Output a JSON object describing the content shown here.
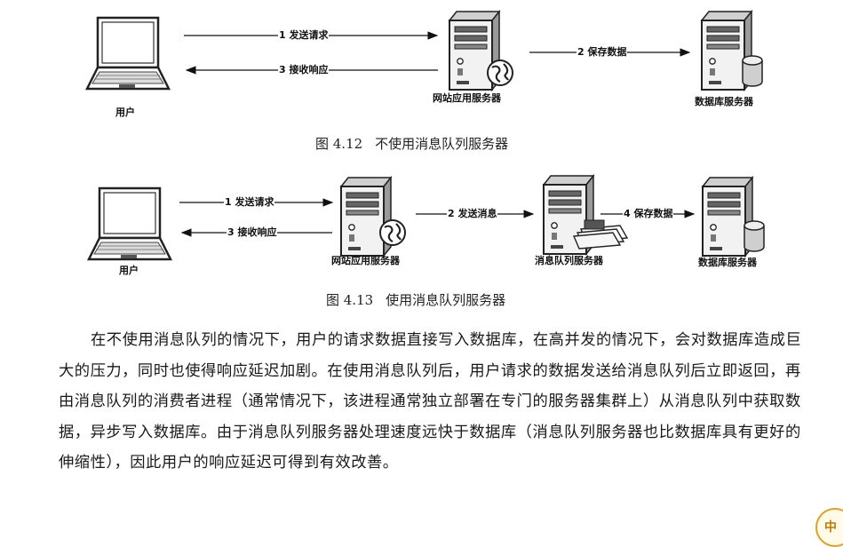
{
  "figure1": {
    "caption_num": "图 4.12",
    "caption_text": "不使用消息队列服务器",
    "user_label": "用户",
    "web_server_label": "网站应用服务器",
    "db_server_label": "数据库服务器",
    "arrow_request": "1 发送请求",
    "arrow_response": "3 接收响应",
    "arrow_save": "2 保存数据"
  },
  "figure2": {
    "caption_num": "图 4.13",
    "caption_text": "使用消息队列服务器",
    "user_label": "用户",
    "web_server_label": "网站应用服务器",
    "mq_server_label": "消息队列服务器",
    "db_server_label": "数据库服务器",
    "arrow_request": "1 发送请求",
    "arrow_response": "3 接收响应",
    "arrow_send_msg": "2 发送消息",
    "arrow_save": "4 保存数据"
  },
  "paragraph": "在不使用消息队列的情况下，用户的请求数据直接写入数据库，在高并发的情况下，会对数据库造成巨大的压力，同时也使得响应延迟加剧。在使用消息队列后，用户请求的数据发送给消息队列后立即返回，再由消息队列的消费者进程（通常情况下，该进程通常独立部署在专门的服务器集群上）从消息队列中获取数据，异步写入数据库。由于消息队列服务器处理速度远快于数据库（消息队列服务器也比数据库具有更好的伸缩性），因此用户的响应延迟可得到有效改善。",
  "corner_badge": "中"
}
